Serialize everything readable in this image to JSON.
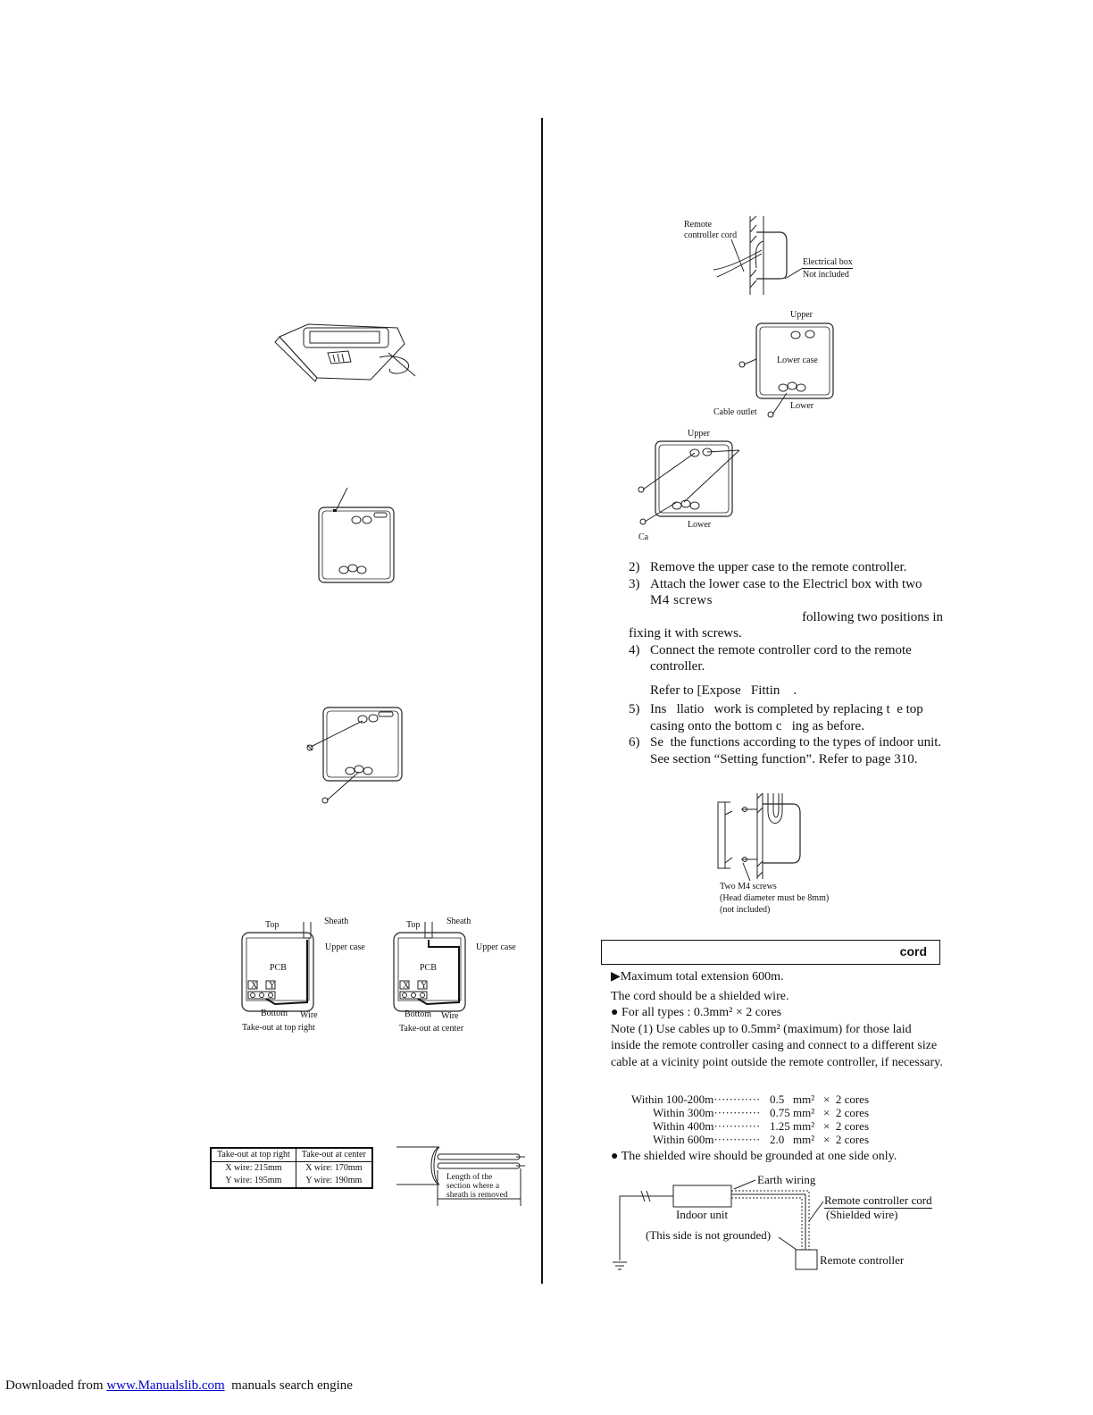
{
  "fig_cord_box": {
    "remote_cord": "Remote\ncontroller cord",
    "electrical_box": "Electrical box",
    "not_included": "Not included"
  },
  "fig_lower_case": {
    "upper": "Upper",
    "lower_case": "Lower case",
    "lower": "Lower",
    "cable_outlet": "Cable outlet"
  },
  "fig_lower_case2": {
    "upper": "Upper",
    "lower": "Lower",
    "ca": "Ca"
  },
  "steps": {
    "s2": {
      "num": "2)",
      "text": "Remove the upper case to the remote controller."
    },
    "s3": {
      "num": "3)",
      "line1": "Attach the lower case to the Electricl box with two",
      "line2": "M4  screws",
      "line3": "following two positions in",
      "line4": "fixing it with screws."
    },
    "s4": {
      "num": "4)",
      "text": "Connect the remote controller cord to the remote controller."
    },
    "refer": "Refer to [Expose   Fittin    .",
    "s5": {
      "num": "5)",
      "text": "Ins   llatio   work is completed by replacing t  e top casing onto the bottom c   ing as before."
    },
    "s6": {
      "num": "6)",
      "text": "Se  the functions according to the types of indoor unit. See section “Setting function”. Refer to page 310."
    }
  },
  "fig_screws": {
    "line1": "Two M4 screws",
    "line2": "(Head diameter must be 8mm)",
    "line3": "(not included)"
  },
  "pcb_left": {
    "top": "Top",
    "sheath": "Sheath",
    "upper_case": "Upper case",
    "pcb": "PCB",
    "x": "X",
    "y": "Y",
    "bottom": "Bottom",
    "wire": "Wire",
    "caption": "Take-out at top right"
  },
  "pcb_right": {
    "top": "Top",
    "sheath": "Sheath",
    "upper_case": "Upper case",
    "pcb": "PCB",
    "x": "X",
    "y": "Y",
    "bottom": "Bottom",
    "wire": "Wire",
    "caption": "Take-out at center"
  },
  "wire_table": {
    "headers": [
      "Take-out at top right",
      "Take-out at center"
    ],
    "rows": [
      [
        "X wire: 215mm",
        "X wire: 170mm"
      ],
      [
        "Y wire: 195mm",
        "Y wire: 190mm"
      ]
    ]
  },
  "sheath_fig": {
    "text": "Length of the\nsection where a\nsheath is removed"
  },
  "cord_section": {
    "title": "cord",
    "max_ext": "▶Maximum total extension 600m.",
    "shielded": "The cord should be a shielded wire.",
    "all_types": "● For all types : 0.3mm² × 2 cores",
    "note": "Note (1) Use cables up to 0.5mm² (maximum) for those laid inside the remote controller casing and connect to a different size cable at a vicinity point outside the remote controller, if necessary.",
    "specs": [
      {
        "range": "Within 100-200m",
        "size": "0.5   mm²",
        "cores": "×  2 cores"
      },
      {
        "range": "Within 300m",
        "size": "0.75 mm²",
        "cores": "×  2 cores"
      },
      {
        "range": "Within 400m",
        "size": "1.25 mm²",
        "cores": "×  2 cores"
      },
      {
        "range": "Within 600m",
        "size": "2.0   mm²",
        "cores": "×  2 cores"
      }
    ],
    "dots": "············",
    "grounded": "● The shielded wire should be grounded at one side only."
  },
  "ground_fig": {
    "earth": "Earth wiring",
    "remote_cord": "Remote controller cord",
    "shielded": "(Shielded wire)",
    "indoor": "Indoor unit",
    "not_grounded": "(This side is not grounded)",
    "remote": "Remote controller"
  },
  "footer": {
    "prefix": "Downloaded from ",
    "link": "www.Manualslib.com",
    "suffix": "  manuals search engine"
  }
}
